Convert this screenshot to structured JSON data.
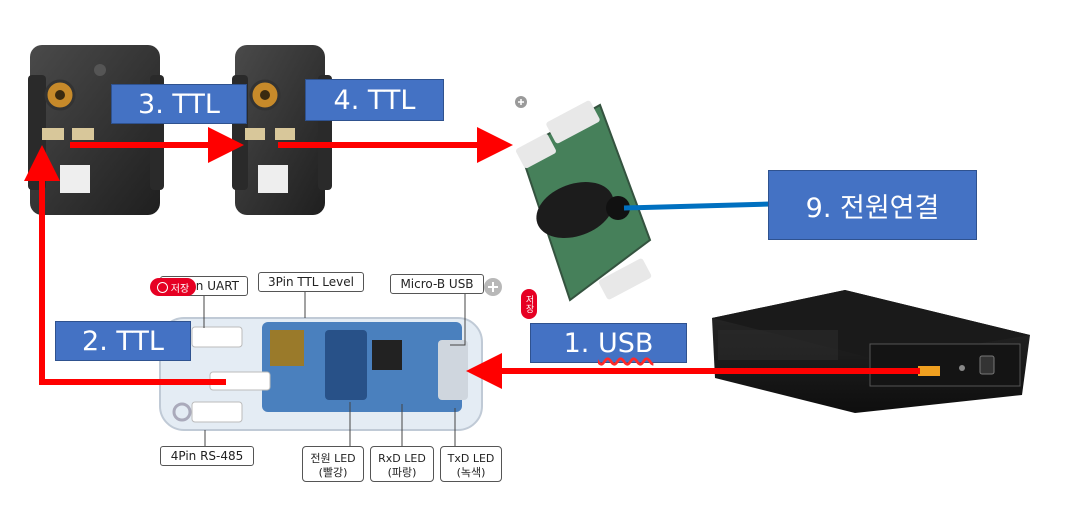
{
  "labels": {
    "ttl3": "3. TTL",
    "ttl4": "4. TTL",
    "power": "9.  전원연결",
    "ttl2": "2. TTL",
    "usb_prefix": "1. ",
    "usb_word": "USB",
    "uart": "n UART",
    "ttl_level": "3Pin TTL Level",
    "microb": "Micro-B USB",
    "rs485": "4Pin RS-485",
    "power_led_1": "전원 LED",
    "power_led_2": "(빨강)",
    "rxd_led_1": "RxD LED",
    "rxd_led_2": "(파랑)",
    "txd_led_1": "TxD LED",
    "txd_led_2": "(녹색)",
    "save_badge": "저장",
    "save_badge_vertical": "저장"
  },
  "colors": {
    "arrow_red": "#ff0000",
    "cable_blue": "#0070c0",
    "label_box_blue": "#4472c4",
    "pinterest_red": "#e60023"
  },
  "icons": {
    "plus_circle": "plus-circle-icon",
    "pinterest": "pinterest-icon"
  }
}
